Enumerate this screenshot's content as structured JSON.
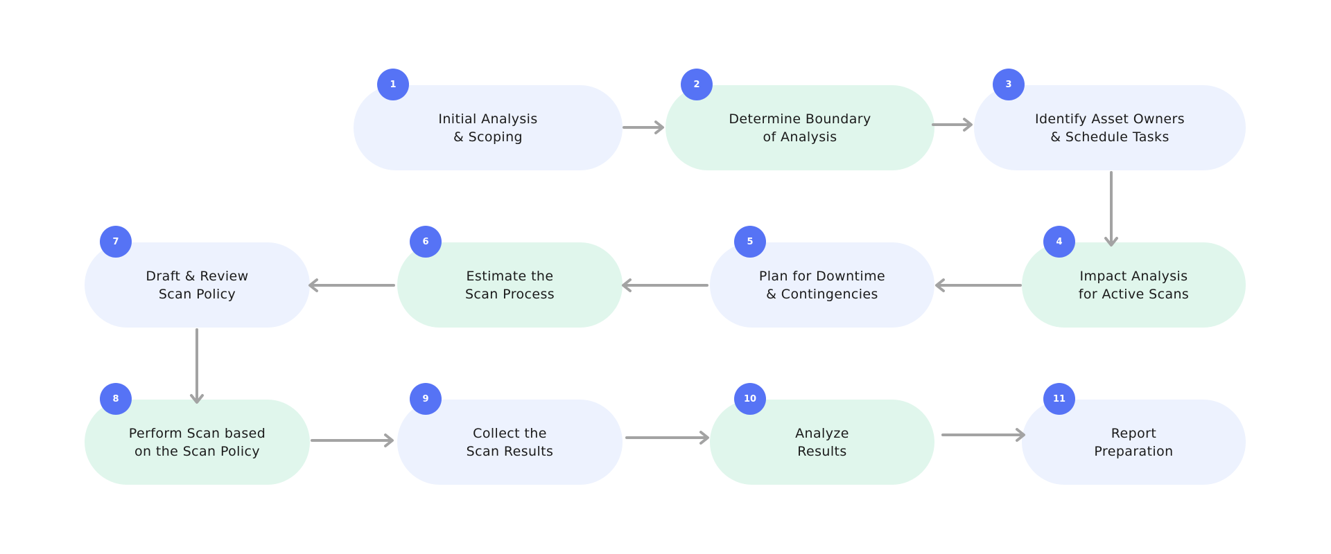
{
  "steps": [
    {
      "number": "1",
      "line1": "Initial Analysis",
      "line2": "& Scoping",
      "color": "#edf2fe"
    },
    {
      "number": "2",
      "line1": "Determine Boundary",
      "line2": "of Analysis",
      "color": "#e0f6ec"
    },
    {
      "number": "3",
      "line1": "Identify Asset Owners",
      "line2": "& Schedule Tasks",
      "color": "#edf2fe"
    },
    {
      "number": "4",
      "line1": "Impact Analysis",
      "line2": "for Active Scans",
      "color": "#e0f6ec"
    },
    {
      "number": "5",
      "line1": "Plan for Downtime",
      "line2": "& Contingencies",
      "color": "#edf2fe"
    },
    {
      "number": "6",
      "line1": "Estimate the",
      "line2": "Scan Process",
      "color": "#e0f6ec"
    },
    {
      "number": "7",
      "line1": "Draft & Review",
      "line2": "Scan Policy",
      "color": "#edf2fe"
    },
    {
      "number": "8",
      "line1": "Perform Scan based",
      "line2": "on the Scan Policy",
      "color": "#e0f6ec"
    },
    {
      "number": "9",
      "line1": "Collect the",
      "line2": "Scan Results",
      "color": "#edf2fe"
    },
    {
      "number": "10",
      "line1": "Analyze",
      "line2": "Results",
      "color": "#e0f6ec"
    },
    {
      "number": "11",
      "line1": "Report",
      "line2": "Preparation",
      "color": "#edf2fe"
    }
  ],
  "colors": {
    "badge": "#5673f5",
    "arrow": "#a3a3a3",
    "blue_pill": "#edf2fe",
    "green_pill": "#e0f6ec"
  }
}
